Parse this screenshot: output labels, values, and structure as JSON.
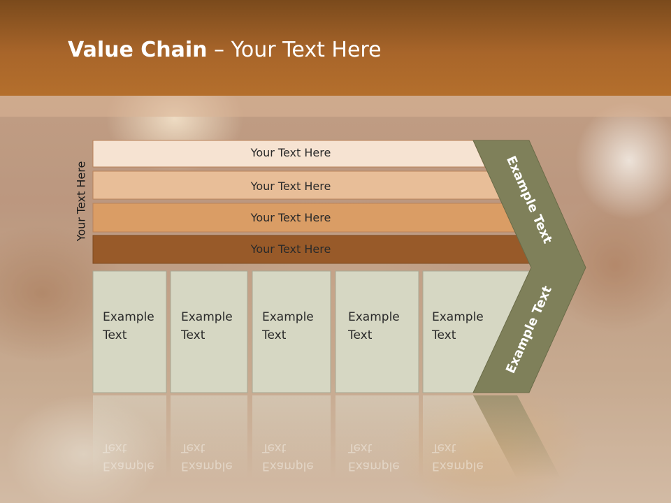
{
  "slide": {
    "title_bold": "Value Chain",
    "title_sep": " – ",
    "title_rest": "Your Text Here",
    "side_label": "Your Text Here"
  },
  "bars": [
    {
      "label": "Your Text Here",
      "color": "#f6e3d2"
    },
    {
      "label": "Your Text Here",
      "color": "#e8be98"
    },
    {
      "label": "Your Text Here",
      "color": "#da9d65"
    },
    {
      "label": "Your Text Here",
      "color": "#985a29"
    }
  ],
  "columns": [
    {
      "line1": "Example",
      "line2": "Text"
    },
    {
      "line1": "Example",
      "line2": "Text"
    },
    {
      "line1": "Example",
      "line2": "Text"
    },
    {
      "line1": "Example",
      "line2": "Text"
    },
    {
      "line1": "Example",
      "line2": "Text"
    }
  ],
  "arrow": {
    "top_label": "Example Text",
    "bottom_label": "Example Text",
    "color": "#7f805a"
  },
  "colors": {
    "header": "#a8652a",
    "column_fill": "#d6d7c3"
  }
}
